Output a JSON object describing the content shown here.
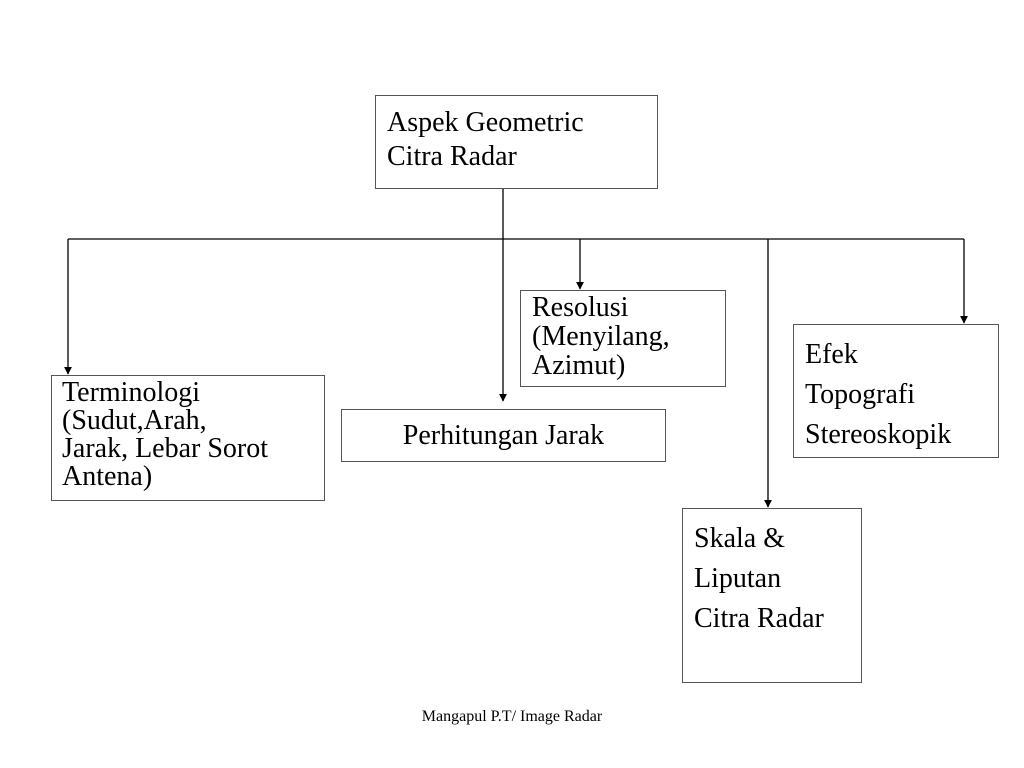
{
  "nodes": {
    "root": "Aspek Geometric\nCitra Radar",
    "terminologi": "Terminologi\n(Sudut,Arah,\nJarak, Lebar Sorot\nAntena)",
    "perhitungan": "Perhitungan Jarak",
    "resolusi": "Resolusi\n(Menyilang,\nAzimut)",
    "efek": "Efek\nTopografi\nStereoskopik",
    "skala": "Skala &\nLiputan\nCitra Radar"
  },
  "footer": "Mangapul P.T/ Image Radar",
  "colors": {
    "line": "#000000",
    "box_border": "#555555",
    "background": "#ffffff"
  }
}
